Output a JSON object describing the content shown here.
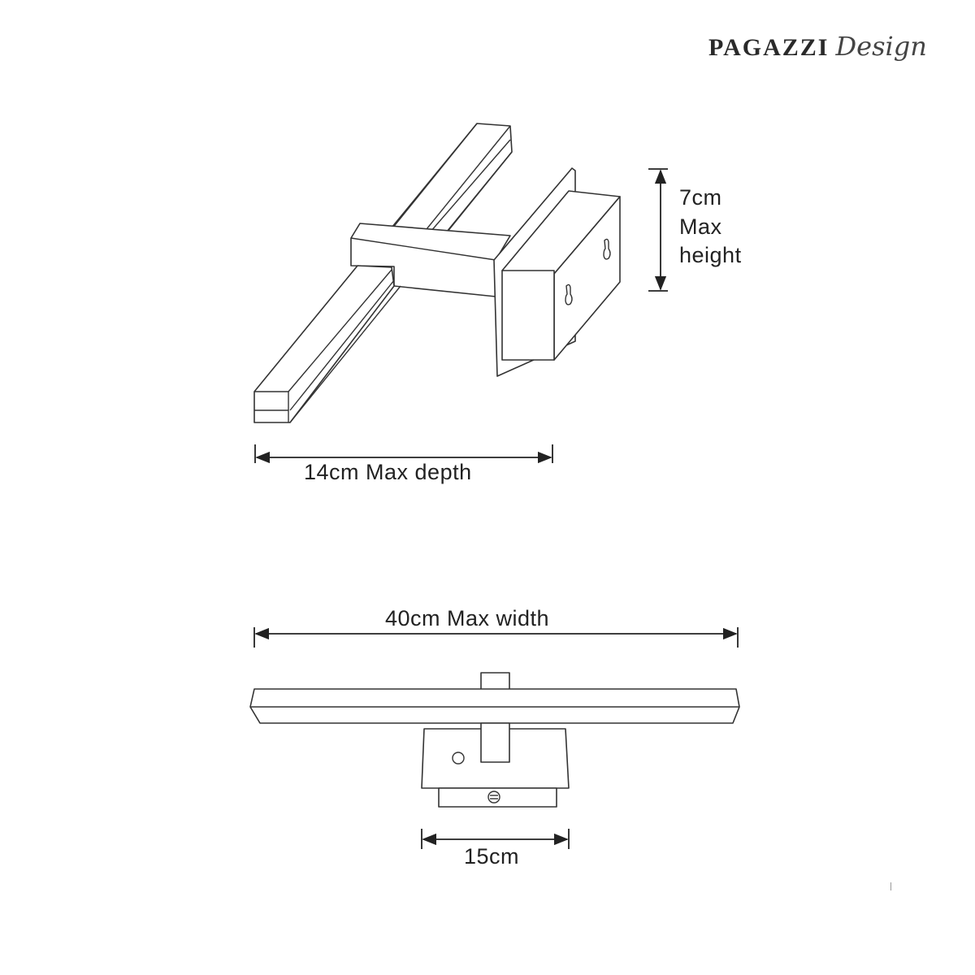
{
  "brand": {
    "name": "PAGAZZI",
    "tagline": "Design"
  },
  "side_view": {
    "height_label": [
      "7cm",
      "Max",
      "height"
    ],
    "depth_label": "14cm Max depth"
  },
  "front_view": {
    "width_label": "40cm Max width",
    "base_label": "15cm"
  },
  "colors": {
    "line": "#333333",
    "background": "#ffffff"
  }
}
